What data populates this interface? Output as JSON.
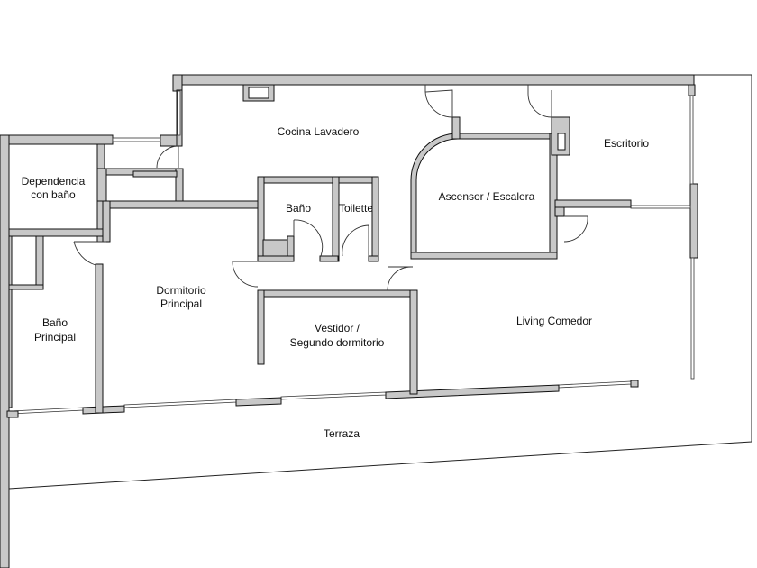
{
  "rooms": {
    "cocina_lavadero": "Cocina Lavadero",
    "escritorio": "Escritorio",
    "dependencia": [
      "Dependencia",
      "con baño"
    ],
    "ascensor_escalera": "Ascensor / Escalera",
    "bano": "Baño",
    "toilette": "Toilette",
    "dormitorio_principal": [
      "Dormitorio",
      "Principal"
    ],
    "bano_principal": [
      "Baño",
      "Principal"
    ],
    "vestidor": [
      "Vestidor /",
      "Segundo dormitorio"
    ],
    "living_comedor": "Living Comedor",
    "terraza": "Terraza"
  }
}
